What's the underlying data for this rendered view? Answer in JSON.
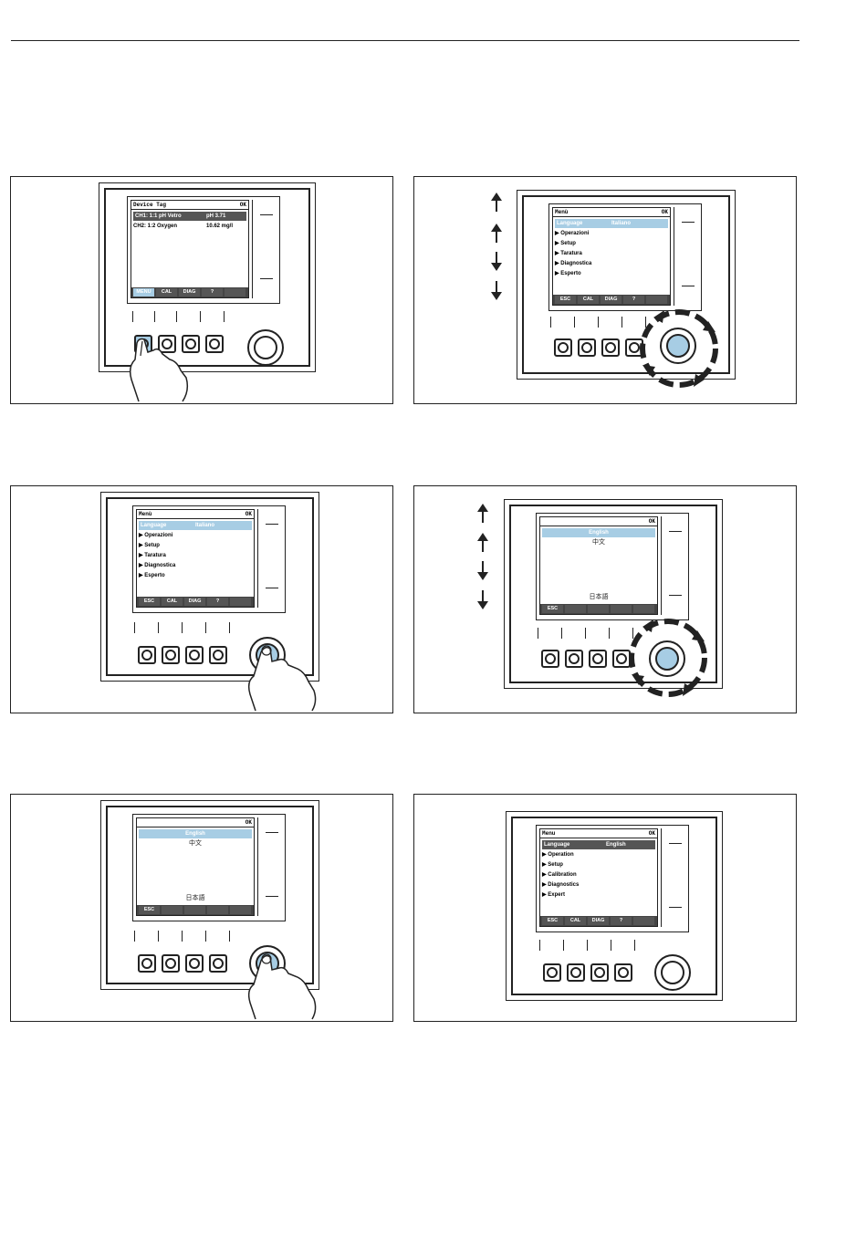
{
  "ui": {
    "colors": {
      "highlight_blue": "#a7cde4",
      "highlight_grey": "#555555",
      "ink": "#222222"
    },
    "panels": [
      {
        "id": "p1",
        "screen": {
          "title": "Device Tag",
          "ok": "OK",
          "row1": {
            "label": "CH1:  1:1  pH Vetro",
            "value": "pH 3.71"
          },
          "row2": {
            "label": "CH2:  1:2  Oxygen",
            "value": "10.62 mg/l"
          },
          "softkeys": [
            "MENU",
            "CAL",
            "DIAG",
            "?"
          ]
        },
        "icons": [
          "hand-pointer-icon"
        ]
      },
      {
        "id": "p2",
        "screen": {
          "title": "Menù",
          "ok": "OK",
          "highlight": {
            "label": "Language",
            "value": "Italiano"
          },
          "items": [
            "Operazioni",
            "Setup",
            "Taratura",
            "Diagnostica",
            "Esperto"
          ],
          "softkeys": [
            "ESC",
            "CAL",
            "DIAG",
            "?"
          ]
        },
        "icons": [
          "arrow-up-icon",
          "arrow-up-icon",
          "arrow-down-icon",
          "arrow-down-icon",
          "rotate-navigator-icon"
        ]
      },
      {
        "id": "p3",
        "screen": {
          "title": "Menù",
          "ok": "OK",
          "highlight": {
            "label": "Language",
            "value": "Italiano"
          },
          "items": [
            "Operazioni",
            "Setup",
            "Taratura",
            "Diagnostica",
            "Esperto"
          ],
          "softkeys": [
            "ESC",
            "CAL",
            "DIAG",
            "?"
          ]
        },
        "icons": [
          "hand-press-navigator-icon"
        ]
      },
      {
        "id": "p4",
        "screen": {
          "ok": "OK",
          "selected": "English",
          "option2": "中文",
          "option3": "日本語",
          "softkeys": [
            "ESC"
          ]
        },
        "icons": [
          "arrow-up-icon",
          "arrow-up-icon",
          "arrow-down-icon",
          "arrow-down-icon",
          "rotate-navigator-icon"
        ]
      },
      {
        "id": "p5",
        "screen": {
          "ok": "OK",
          "selected": "English",
          "option2": "中文",
          "option3": "日本語",
          "softkeys": [
            "ESC"
          ]
        },
        "icons": [
          "hand-press-navigator-icon"
        ]
      },
      {
        "id": "p6",
        "screen": {
          "title": "Menu",
          "ok": "OK",
          "highlight": {
            "label": "Language",
            "value": "English"
          },
          "items": [
            "Operation",
            "Setup",
            "Calibration",
            "Diagnostics",
            "Expert"
          ],
          "softkeys": [
            "ESC",
            "CAL",
            "DIAG",
            "?"
          ]
        },
        "icons": []
      }
    ]
  }
}
